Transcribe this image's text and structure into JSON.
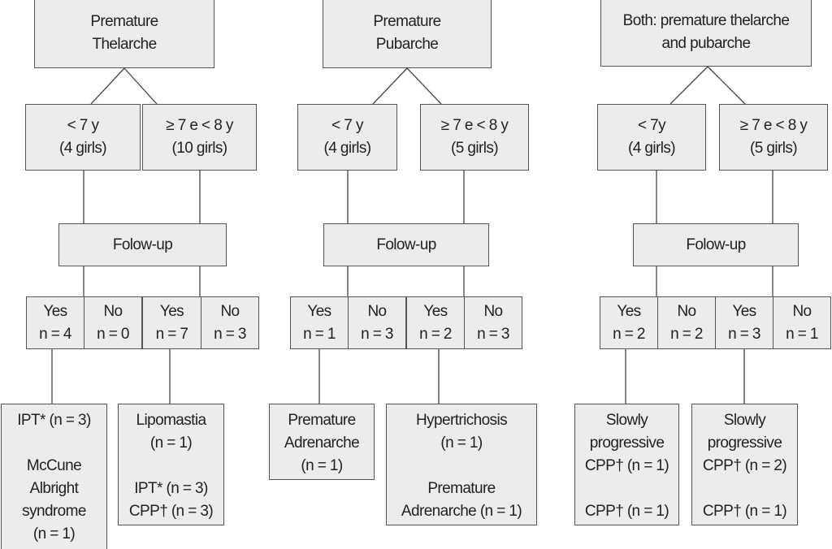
{
  "columns": [
    {
      "title": "Premature\nThelarche",
      "ages": [
        "< 7 y\n(4 girls)",
        "≥ 7 e < 8 y\n(10 girls)"
      ],
      "followup": "Folow-up",
      "outcomes": [
        "Yes\nn = 4",
        "No\nn = 0",
        "Yes\nn = 7",
        "No\nn = 3"
      ],
      "results": [
        "IPT* (n = 3)\n\nMcCune\nAlbright\nsyndrome\n(n = 1)",
        "Lipomastia\n(n = 1)\n\nIPT* (n = 3)\nCPP† (n = 3)"
      ]
    },
    {
      "title": "Premature\nPubarche",
      "ages": [
        "< 7 y\n(4 girls)",
        "≥ 7 e < 8 y\n(5 girls)"
      ],
      "followup": "Folow-up",
      "outcomes": [
        "Yes\nn = 1",
        "No\nn = 3",
        "Yes\nn = 2",
        "No\nn = 3"
      ],
      "results": [
        "Premature\nAdrenarche\n(n = 1)",
        "Hypertrichosis\n(n = 1)\n\nPremature\nAdrenarche (n = 1)"
      ]
    },
    {
      "title": "Both: premature thelarche\nand pubarche",
      "ages": [
        "< 7y\n(4 girls)",
        "≥ 7 e < 8 y\n(5 girls)"
      ],
      "followup": "Folow-up",
      "outcomes": [
        "Yes\nn = 2",
        "No\nn = 2",
        "Yes\nn = 3",
        "No\nn = 1"
      ],
      "results": [
        "Slowly\nprogressive\nCPP† (n = 1)\n\nCPP† (n = 1)",
        "Slowly\nprogressive\nCPP† (n = 2)\n\nCPP† (n = 1)"
      ]
    }
  ]
}
